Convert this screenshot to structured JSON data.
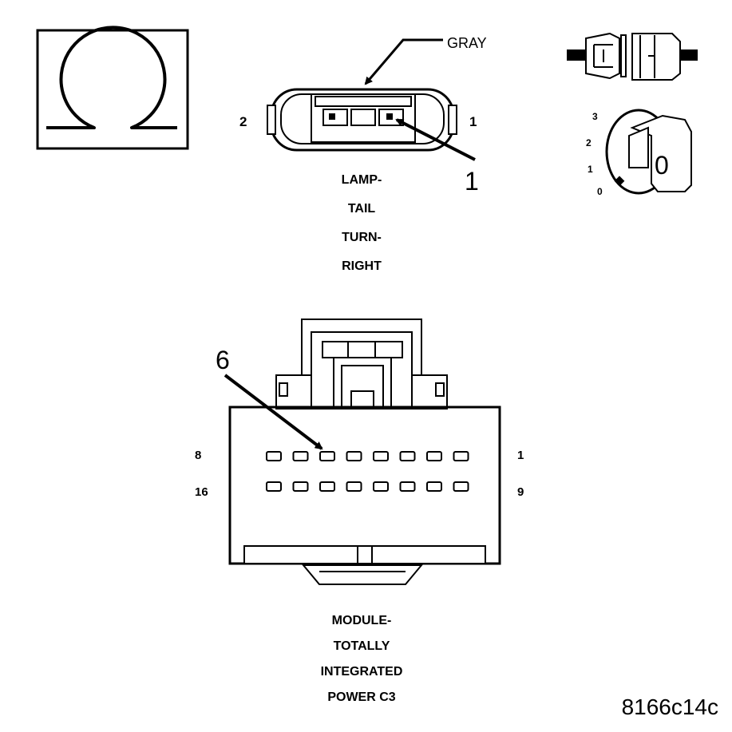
{
  "lamp_connector": {
    "wire_color_label": "GRAY",
    "pin_left_label": "2",
    "pin_right_label": "1",
    "callout_pin": "1",
    "caption_lines": [
      "LAMP-",
      "TAIL",
      "TURN-",
      "RIGHT"
    ]
  },
  "ohmmeter_icon": {
    "symbol": "ohm-icon"
  },
  "ignition_icon": {
    "positions": [
      "3",
      "2",
      "1",
      "0"
    ],
    "key_position_label": "0"
  },
  "module_connector": {
    "callout_pin": "6",
    "top_row_left_label": "8",
    "top_row_right_label": "1",
    "bottom_row_left_label": "16",
    "bottom_row_right_label": "9",
    "pins_per_row": 8,
    "caption_lines": [
      "MODULE-",
      "TOTALLY",
      "INTEGRATED",
      "POWER C3"
    ]
  },
  "figure_id": "8166c14c"
}
